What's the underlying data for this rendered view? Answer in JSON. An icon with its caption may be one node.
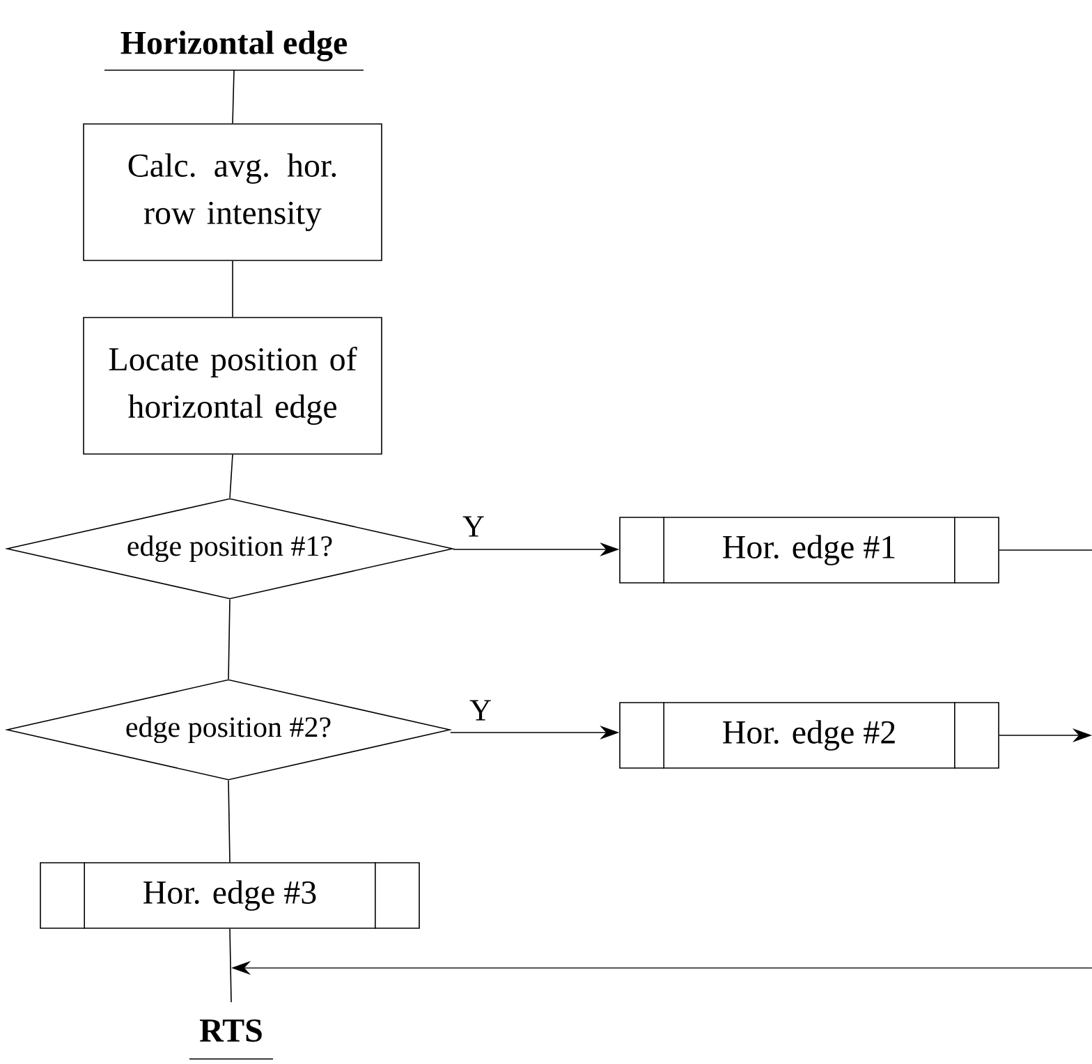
{
  "diagram": {
    "nodes": [
      {
        "text": [
          "Horizontal edge"
        ]
      },
      {
        "text": [
          "Calc. avg. hor. row intensity"
        ]
      },
      {
        "text": [
          "Locate position of horizontal edge"
        ]
      },
      {
        "text": [
          "edge position #1?"
        ]
      },
      {
        "text": [
          "edge position #2?"
        ]
      },
      {
        "text": [
          "Hor. edge #1"
        ]
      },
      {
        "text": [
          "Hor. edge #2"
        ]
      },
      {
        "text": [
          "Hor. edge #3"
        ]
      },
      {
        "text": [
          "RTS"
        ]
      }
    ],
    "edges": [
      {
        "from": 0,
        "to": 1,
        "arrow": "none"
      },
      {
        "from": 1,
        "to": 2,
        "arrow": "none"
      },
      {
        "from": 2,
        "to": 3,
        "arrow": "none"
      },
      {
        "from": 3,
        "to": 5,
        "arrow": "to",
        "label": "Y"
      },
      {
        "from": 3,
        "to": 4,
        "arrow": "none"
      },
      {
        "from": 4,
        "to": 6,
        "arrow": "to",
        "label": "Y"
      },
      {
        "from": 4,
        "to": 7,
        "arrow": "none"
      },
      {
        "from": 5,
        "to": null,
        "arrow": "none"
      },
      {
        "from": 6,
        "to": null,
        "arrow": "to"
      },
      {
        "from": 7,
        "to": 8,
        "arrow": "none"
      },
      {
        "from": null,
        "to": 8,
        "arrow": "to"
      }
    ]
  }
}
